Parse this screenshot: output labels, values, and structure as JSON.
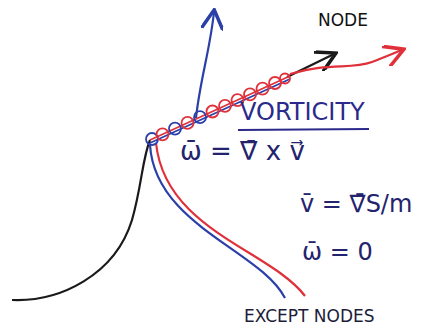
{
  "diagram": {
    "labels": [
      "NODE",
      "VORTICITY",
      "ω̄ = ∇̄ x v⃗",
      "v̄ = ∇̄S/m",
      "ω̄ = 0",
      "EXCEPT NODES"
    ]
  }
}
